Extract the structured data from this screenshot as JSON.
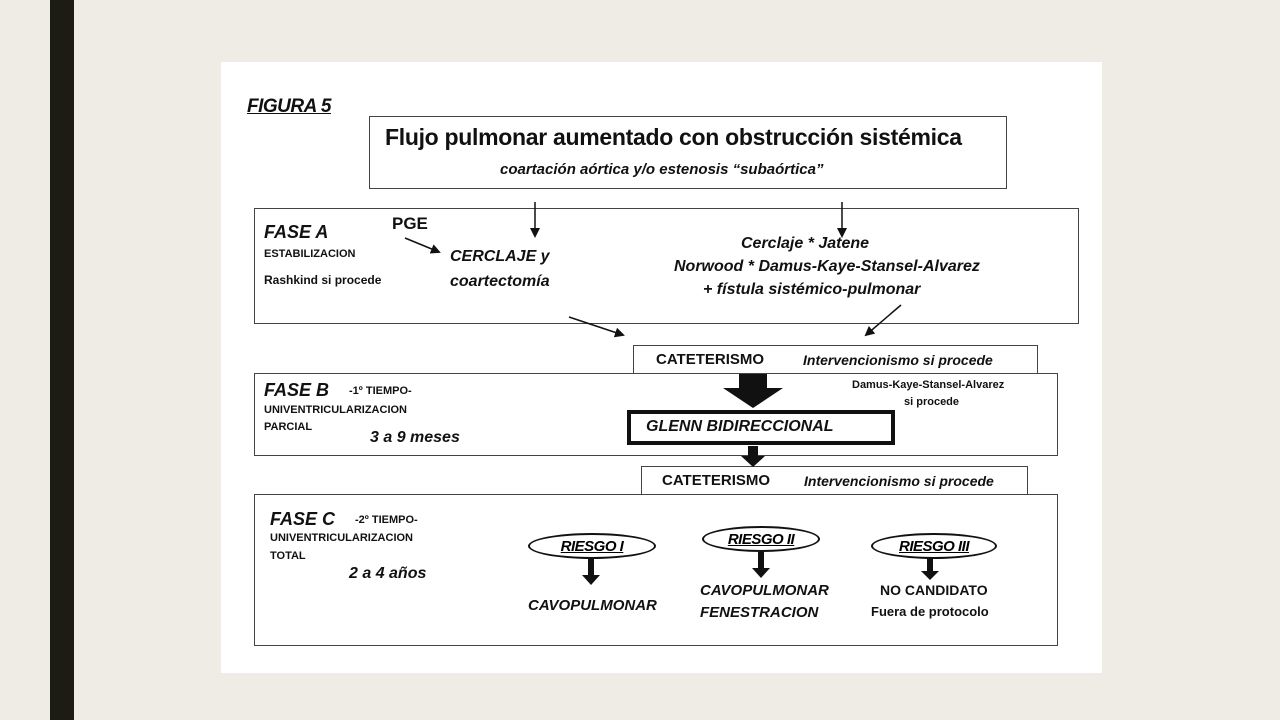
{
  "figure_label": "FIGURA 5",
  "header": {
    "title": "Flujo pulmonar aumentado con obstrucción sistémica",
    "subtitle": "coartación aórtica y/o estenosis “subaórtica”"
  },
  "phase_a": {
    "name": "FASE A",
    "stage": "ESTABILIZACION",
    "note": "Rashkind si procede",
    "drug": "PGE",
    "option1_line1": "CERCLAJE  y",
    "option1_line2": "coartectomía",
    "option2_line1": "Cerclaje  *  Jatene",
    "option2_line2": "Norwood  *  Damus-Kaye-Stansel-Alvarez",
    "option2_line3": "+ fístula sistémico-pulmonar"
  },
  "cath1": {
    "label": "CATETERISMO",
    "note": "Intervencionismo si procede"
  },
  "phase_b": {
    "name": "FASE B",
    "time": "-1º TIEMPO-",
    "line2": "UNIVENTRICULARIZACION",
    "line3": "PARCIAL",
    "age": "3 a 9 meses",
    "side_note_line1": "Damus-Kaye-Stansel-Alvarez",
    "side_note_line2": "si procede",
    "procedure": "GLENN BIDIRECCIONAL"
  },
  "cath2": {
    "label": "CATETERISMO",
    "note": "Intervencionismo si procede"
  },
  "phase_c": {
    "name": "FASE C",
    "time": "-2º TIEMPO-",
    "line2": "UNIVENTRICULARIZACION",
    "line3": "TOTAL",
    "age": "2 a 4 años",
    "risks": [
      {
        "label": "RIESGO I",
        "outcome_line1": "CAVOPULMONAR",
        "outcome_line2": ""
      },
      {
        "label": "RIESGO II",
        "outcome_line1": "CAVOPULMONAR",
        "outcome_line2": "FENESTRACION"
      },
      {
        "label": "RIESGO III",
        "outcome_line1": "NO CANDIDATO",
        "outcome_line2": "Fuera de protocolo"
      }
    ]
  }
}
